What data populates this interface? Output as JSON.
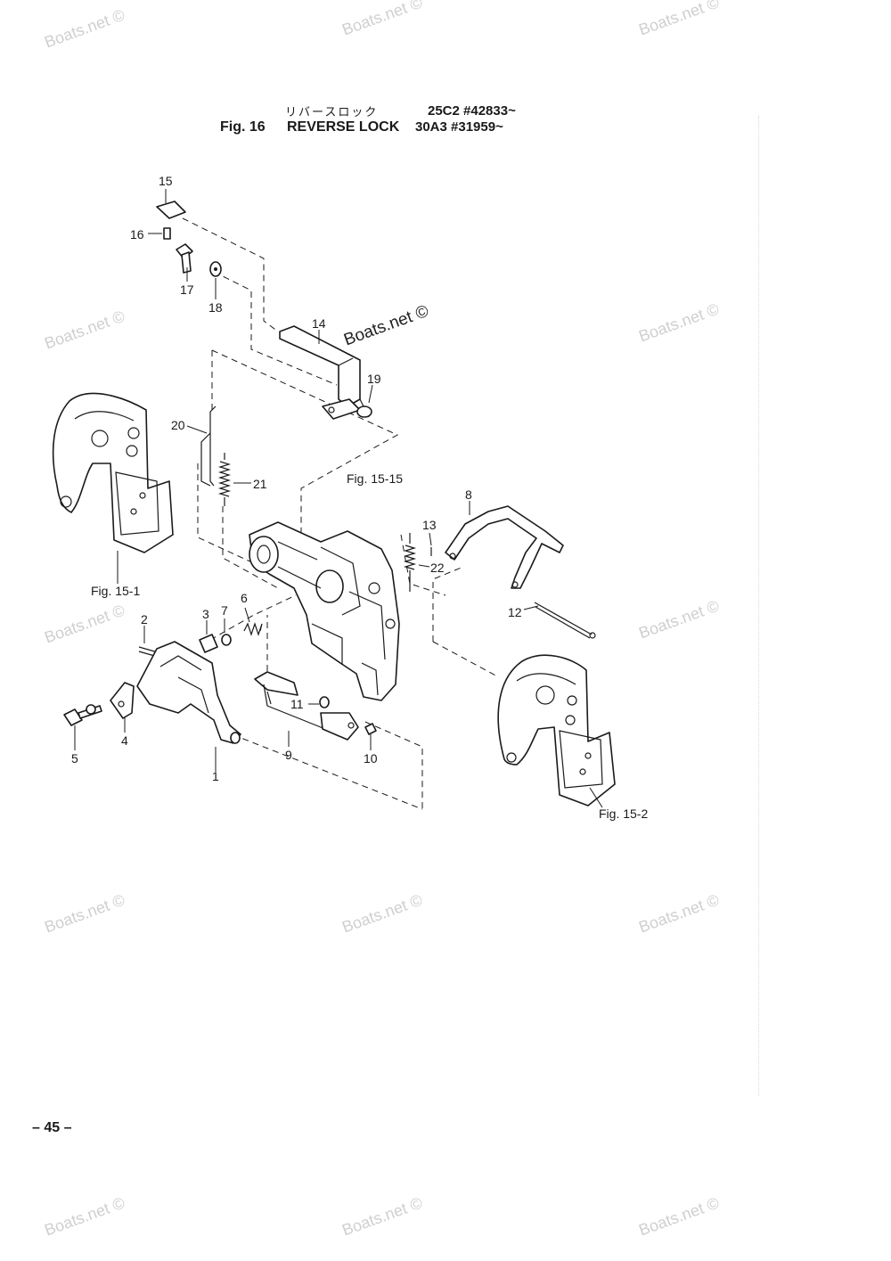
{
  "title": {
    "japanese": "リバースロック",
    "figure": "Fig. 16",
    "name": "REVERSE LOCK",
    "model_1": "25C2 #42833~",
    "model_2": "30A3 #31959~"
  },
  "callouts": [
    "1",
    "2",
    "3",
    "4",
    "5",
    "6",
    "7",
    "8",
    "9",
    "10",
    "11",
    "12",
    "13",
    "14",
    "15",
    "16",
    "17",
    "18",
    "19",
    "20",
    "21",
    "22"
  ],
  "references": {
    "fig_15_1": "Fig. 15-1",
    "fig_15_2": "Fig. 15-2",
    "fig_15_15": "Fig. 15-15"
  },
  "watermark": "Boats.net ©",
  "page_number": "– 45 –"
}
